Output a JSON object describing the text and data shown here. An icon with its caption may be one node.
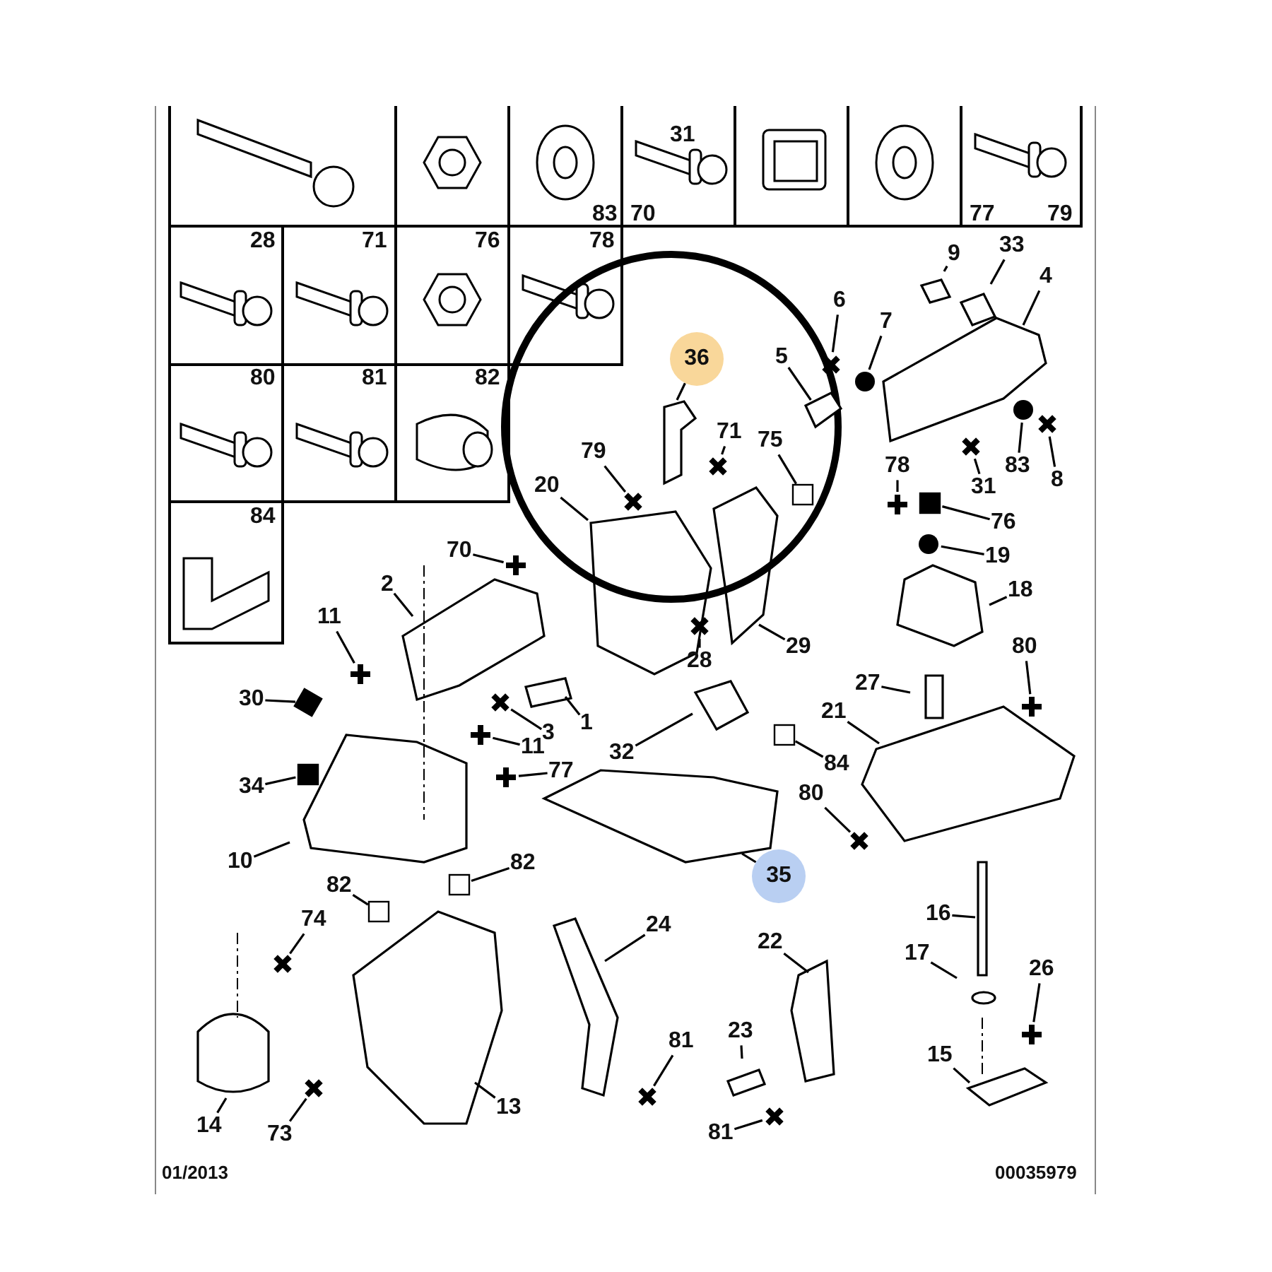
{
  "diagram": {
    "nodes": [
      {
        "text": [
          "36"
        ]
      },
      {
        "text": [
          "9"
        ]
      },
      {
        "text": [
          "33"
        ]
      },
      {
        "text": [
          "4"
        ]
      },
      {
        "text": [
          "6"
        ]
      },
      {
        "text": [
          "7"
        ]
      },
      {
        "text": [
          "5"
        ]
      },
      {
        "text": [
          "71"
        ]
      },
      {
        "text": [
          "75"
        ]
      },
      {
        "text": [
          "79"
        ]
      },
      {
        "text": [
          "20"
        ]
      },
      {
        "text": [
          "83"
        ]
      },
      {
        "text": [
          "8"
        ]
      },
      {
        "text": [
          "31"
        ]
      },
      {
        "text": [
          "78"
        ]
      },
      {
        "text": [
          "76"
        ]
      },
      {
        "text": [
          "19"
        ]
      },
      {
        "text": [
          "70"
        ]
      },
      {
        "text": [
          "18"
        ]
      },
      {
        "text": [
          "2"
        ]
      },
      {
        "text": [
          "11"
        ]
      },
      {
        "text": [
          "28"
        ]
      },
      {
        "text": [
          "29"
        ]
      },
      {
        "text": [
          "30"
        ]
      },
      {
        "text": [
          "3"
        ]
      },
      {
        "text": [
          "1"
        ]
      },
      {
        "text": [
          "27"
        ]
      },
      {
        "text": [
          "80"
        ]
      },
      {
        "text": [
          "21"
        ]
      },
      {
        "text": [
          "32"
        ]
      },
      {
        "text": [
          "84"
        ]
      },
      {
        "text": [
          "11"
        ]
      },
      {
        "text": [
          "77"
        ]
      },
      {
        "text": [
          "34"
        ]
      },
      {
        "text": [
          "80"
        ]
      },
      {
        "text": [
          "10"
        ]
      },
      {
        "text": [
          "35"
        ]
      },
      {
        "text": [
          "82"
        ]
      },
      {
        "text": [
          "82"
        ]
      },
      {
        "text": [
          "16"
        ]
      },
      {
        "text": [
          "74"
        ]
      },
      {
        "text": [
          "24"
        ]
      },
      {
        "text": [
          "22"
        ]
      },
      {
        "text": [
          "17"
        ]
      },
      {
        "text": [
          "26"
        ]
      },
      {
        "text": [
          "81"
        ]
      },
      {
        "text": [
          "23"
        ]
      },
      {
        "text": [
          "15"
        ]
      },
      {
        "text": [
          "14"
        ]
      },
      {
        "text": [
          "13"
        ]
      },
      {
        "text": [
          "73"
        ]
      },
      {
        "text": [
          "81"
        ]
      },
      {
        "text": [],
        "shape": "cross"
      },
      {
        "text": [],
        "shape": "circle"
      },
      {
        "text": [],
        "shape": "cross"
      },
      {
        "text": [],
        "shape": "square"
      },
      {
        "text": [],
        "shape": "cross"
      },
      {
        "text": [],
        "shape": "circle"
      },
      {
        "text": [],
        "shape": "cross"
      },
      {
        "text": [],
        "shape": "cross"
      },
      {
        "text": [],
        "shape": "cross"
      },
      {
        "text": [],
        "shape": "square"
      },
      {
        "text": [],
        "shape": "circle"
      },
      {
        "text": [],
        "shape": "cross"
      },
      {
        "text": [],
        "shape": "cross"
      },
      {
        "text": [],
        "shape": "cross"
      },
      {
        "text": [],
        "shape": "square"
      },
      {
        "text": [],
        "shape": "cross"
      },
      {
        "text": [],
        "shape": "cross"
      },
      {
        "text": [],
        "shape": "square"
      },
      {
        "text": [],
        "shape": "cross"
      },
      {
        "text": [],
        "shape": "cross"
      },
      {
        "text": [],
        "shape": "square"
      },
      {
        "text": [],
        "shape": "cross"
      },
      {
        "text": [],
        "shape": "square"
      },
      {
        "text": [],
        "shape": "square"
      },
      {
        "text": [],
        "shape": "cross"
      },
      {
        "text": [],
        "shape": "cross"
      },
      {
        "text": [],
        "shape": "cross"
      },
      {
        "text": [],
        "shape": "cross"
      },
      {
        "text": [],
        "shape": "cross"
      },
      {
        "text": [],
        "shape": "picture"
      }
    ],
    "edges": [
      {
        "from": 0,
        "to": null,
        "arrow": "none"
      },
      {
        "from": 1,
        "to": null,
        "arrow": "none"
      },
      {
        "from": 2,
        "to": null,
        "arrow": "none"
      },
      {
        "from": 3,
        "to": null,
        "arrow": "none"
      },
      {
        "from": 4,
        "to": 52,
        "arrow": "none"
      },
      {
        "from": 5,
        "to": 53,
        "arrow": "none"
      },
      {
        "from": 6,
        "to": 81,
        "arrow": "none"
      },
      {
        "from": 7,
        "to": 54,
        "arrow": "none"
      },
      {
        "from": 8,
        "to": 55,
        "arrow": "none"
      },
      {
        "from": 9,
        "to": 56,
        "arrow": "none"
      },
      {
        "from": 10,
        "to": null,
        "arrow": "none"
      },
      {
        "from": 11,
        "to": 57,
        "arrow": "none"
      },
      {
        "from": 12,
        "to": 58,
        "arrow": "none"
      },
      {
        "from": 13,
        "to": 59,
        "arrow": "none"
      },
      {
        "from": 14,
        "to": 60,
        "arrow": "none"
      },
      {
        "from": 15,
        "to": 61,
        "arrow": "none"
      },
      {
        "from": 16,
        "to": 62,
        "arrow": "none"
      },
      {
        "from": 17,
        "to": 63,
        "arrow": "none"
      },
      {
        "from": 18,
        "to": null,
        "arrow": "none"
      },
      {
        "from": 19,
        "to": null,
        "arrow": "none"
      },
      {
        "from": 20,
        "to": 64,
        "arrow": "none"
      },
      {
        "from": 21,
        "to": 65,
        "arrow": "none"
      },
      {
        "from": 22,
        "to": null,
        "arrow": "none"
      },
      {
        "from": 23,
        "to": 66,
        "arrow": "none"
      },
      {
        "from": 24,
        "to": 67,
        "arrow": "none"
      },
      {
        "from": 25,
        "to": null,
        "arrow": "none"
      },
      {
        "from": 26,
        "to": null,
        "arrow": "none"
      },
      {
        "from": 27,
        "to": 68,
        "arrow": "none"
      },
      {
        "from": 28,
        "to": null,
        "arrow": "none"
      },
      {
        "from": 29,
        "to": null,
        "arrow": "none"
      },
      {
        "from": 30,
        "to": 69,
        "arrow": "none"
      },
      {
        "from": 31,
        "to": 70,
        "arrow": "none"
      },
      {
        "from": 32,
        "to": 71,
        "arrow": "none"
      },
      {
        "from": 33,
        "to": 72,
        "arrow": "none"
      },
      {
        "from": 34,
        "to": 73,
        "arrow": "none"
      },
      {
        "from": 35,
        "to": null,
        "arrow": "none"
      },
      {
        "from": 36,
        "to": null,
        "arrow": "none"
      },
      {
        "from": 37,
        "to": 74,
        "arrow": "none"
      },
      {
        "from": 38,
        "to": 75,
        "arrow": "none"
      },
      {
        "from": 39,
        "to": null,
        "arrow": "none"
      },
      {
        "from": 40,
        "to": 76,
        "arrow": "none"
      },
      {
        "from": 41,
        "to": null,
        "arrow": "none"
      },
      {
        "from": 42,
        "to": null,
        "arrow": "none"
      },
      {
        "from": 43,
        "to": null,
        "arrow": "none"
      },
      {
        "from": 44,
        "to": 77,
        "arrow": "none"
      },
      {
        "from": 45,
        "to": 78,
        "arrow": "none"
      },
      {
        "from": 46,
        "to": null,
        "arrow": "none"
      },
      {
        "from": 47,
        "to": null,
        "arrow": "none"
      },
      {
        "from": 48,
        "to": null,
        "arrow": "none"
      },
      {
        "from": 49,
        "to": null,
        "arrow": "none"
      },
      {
        "from": 50,
        "to": 79,
        "arrow": "none"
      },
      {
        "from": 51,
        "to": 80,
        "arrow": "none"
      }
    ],
    "labels": [
      "31",
      "83",
      "70",
      "77",
      "79",
      "28",
      "71",
      "76",
      "78",
      "80",
      "81",
      "82",
      "84",
      "01/2013",
      "00035979"
    ]
  }
}
